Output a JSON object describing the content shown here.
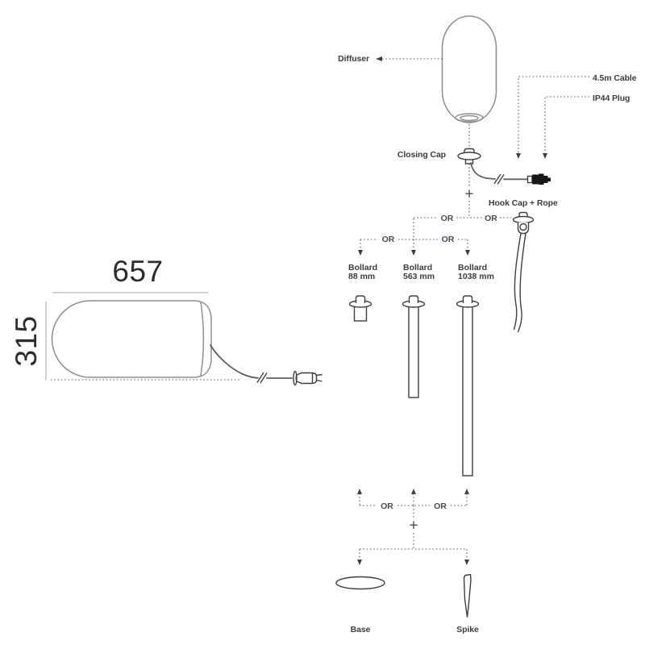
{
  "diagram": {
    "dimensions": {
      "width_mm": "657",
      "height_mm": "315"
    },
    "labels": {
      "diffuser": "Diffuser",
      "cable": "4.5m Cable",
      "plug": "IP44 Plug",
      "closing_cap": "Closing Cap",
      "hook_cap_rope": "Hook Cap + Rope",
      "base": "Base",
      "spike": "Spike"
    },
    "bollards": [
      {
        "line1": "Bollard",
        "line2": "88 mm"
      },
      {
        "line1": "Bollard",
        "line2": "563 mm"
      },
      {
        "line1": "Bollard",
        "line2": "1038 mm"
      }
    ],
    "connectors": {
      "or": "OR",
      "plus": "+"
    },
    "colors": {
      "line_gray": "#8e8e8e",
      "line_dark": "#3f3f3f",
      "text": "#3d3d3d",
      "or_text": "#424e5a",
      "plug_fill": "#161616",
      "background": "#ffffff"
    }
  }
}
